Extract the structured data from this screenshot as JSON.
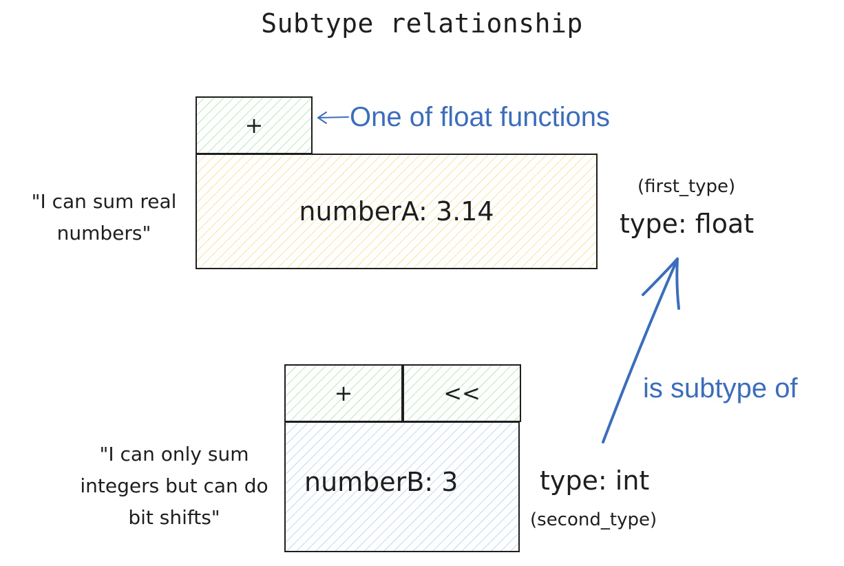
{
  "title": "Subtype relationship",
  "colors": {
    "stroke": "#1e1e1e",
    "yellow_hatch": "#f5d67a",
    "green_hatch": "#9fd9a3",
    "blue_hatch": "#a6c4ef",
    "annotation_blue": "#3b6dbb"
  },
  "float_box": {
    "function_label": "+",
    "value_label": "numberA: 3.14",
    "quote": "\"I can sum real numbers\"",
    "type_label": "type: float",
    "type_name": "(first_type)"
  },
  "int_box": {
    "function_labels": [
      "+",
      "<<"
    ],
    "value_label": "numberB: 3",
    "quote": "\"I can only sum integers but can do bit shifts\"",
    "type_label": "type: int",
    "type_name": "(second_type)"
  },
  "annotations": {
    "float_function": "One of float functions",
    "subtype": "is subtype of"
  }
}
